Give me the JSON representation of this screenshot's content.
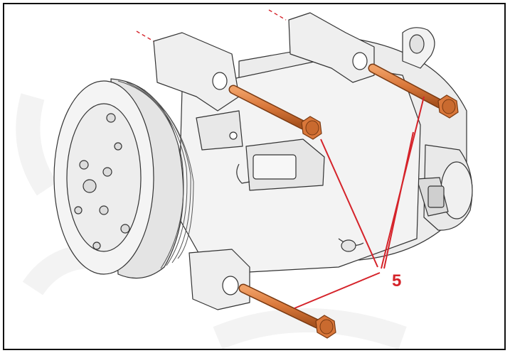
{
  "diagram": {
    "callout": {
      "label": "5",
      "color": "#d5232a",
      "targets": [
        "bolt-upper-middle",
        "bolt-upper-right",
        "bolt-lower"
      ]
    },
    "colors": {
      "body_fill": "#f1f1f1",
      "body_stroke": "#333333",
      "bolt_fill": "#e08a4e",
      "bolt_stroke": "#7a3a12",
      "centerline": "#d5232a"
    },
    "icons": [
      "ac-compressor",
      "pulley",
      "bolt"
    ]
  }
}
